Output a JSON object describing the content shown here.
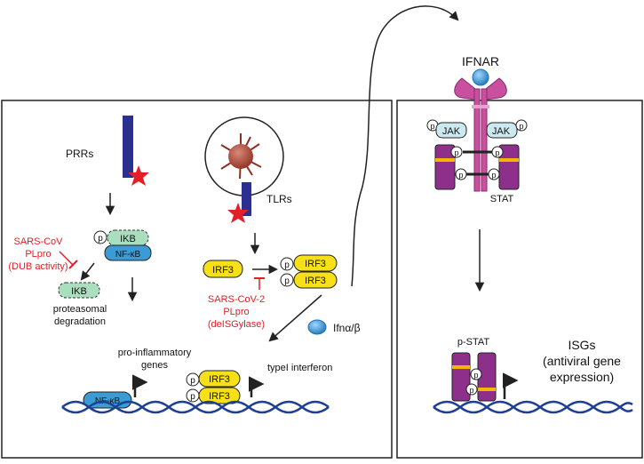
{
  "left_panel": {
    "prrs_label": "PRRs",
    "tlrs_label": "TLRs",
    "p": "p",
    "ikb": "IKB",
    "nfkb": "NF-κB",
    "sars_cov_lines": [
      "SARS-CoV",
      "PLpro",
      "(DUB activity)"
    ],
    "degradation_lines": [
      "proteasomal",
      "degradation"
    ],
    "irf3": "IRF3",
    "sars_cov2_lines": [
      "SARS-CoV-2",
      "PLpro",
      "(deISGylase)"
    ],
    "ifn_label": "Ifnα/β",
    "proinflammatory_lines": [
      "pro-inflammatory",
      "genes"
    ],
    "type1_label": "typeI interferon"
  },
  "right_panel": {
    "ifnar_label": "IFNAR",
    "jak": "JAK",
    "stat_label": "STAT",
    "pstat_label": "p-STAT",
    "isgs_lines": [
      "ISGs",
      "(antiviral gene",
      "expression)"
    ]
  },
  "colors": {
    "receptor_navy": "#2b2f8f",
    "star_red": "#e41e26",
    "inhibitor_red": "#e41e26",
    "ikb_green": "#a9dfbf",
    "nfkb_blue": "#3a9bd5",
    "irf3_yellow": "#f7e017",
    "ifnar_pink": "#c8509f",
    "stat_purple": "#8e2f8c",
    "jak_lightblue": "#cde9f0",
    "dna_blue": "#1d3f94",
    "ligand_blue": "#2c8fd6"
  }
}
